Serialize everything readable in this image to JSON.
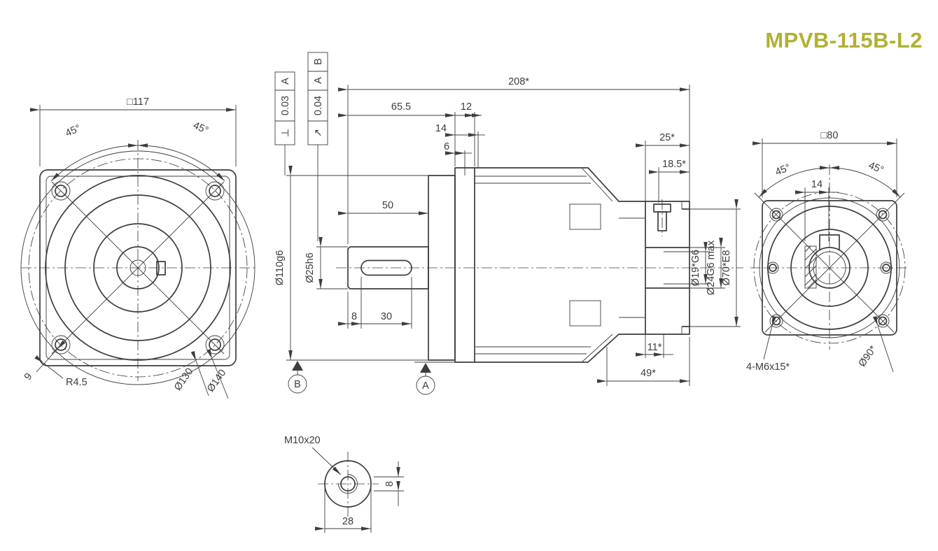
{
  "title": "MPVB-115B-L2",
  "colors": {
    "line": "#3d3d3d",
    "accent": "#b1b033",
    "background": "#ffffff"
  },
  "front_view": {
    "dim_square": "□117",
    "dim_angle_left": "45°",
    "dim_angle_right": "45°",
    "dim_hole_dia": "9",
    "dim_corner_radius": "R4.5",
    "dim_bolt_circle": "Ø130",
    "dim_flange_dia": "Ø140"
  },
  "section_view": {
    "dim_overall": "208*",
    "dim_front": "65.5",
    "dim_plate": "12",
    "dim_pilot": "14",
    "dim_boss": "6",
    "dim_shaft_len": "50",
    "dim_pilot_dia": "Ø110g6",
    "dim_shaft_dia": "Ø25h6",
    "dim_key_start": "8",
    "dim_key_len": "30",
    "dim_rear_plate": "25*",
    "dim_clamp": "18.5*",
    "dim_bore_min": "Ø19*G6",
    "dim_bore_max": "Ø24G6 max",
    "dim_spigot": "Ø70*E8",
    "dim_recess": "11*",
    "dim_rear_len": "49*",
    "datum_a": "A",
    "datum_b": "B",
    "fcf_perp": {
      "symbol": "⊥",
      "tolerance": "0.03",
      "datum": "A"
    },
    "fcf_runout": {
      "symbol": "↗",
      "tolerance": "0.04",
      "datum_primary": "A",
      "datum_secondary": "B"
    }
  },
  "rear_view": {
    "dim_square": "□80",
    "dim_angle_left": "45°",
    "dim_angle_right": "45°",
    "dim_keyway": "14",
    "dim_bolts": "4-M6x15*",
    "dim_bolt_circle": "Ø90*"
  },
  "detail_view": {
    "label_thread": "M10x20",
    "dim_key_width": "8",
    "dim_boss": "28"
  }
}
